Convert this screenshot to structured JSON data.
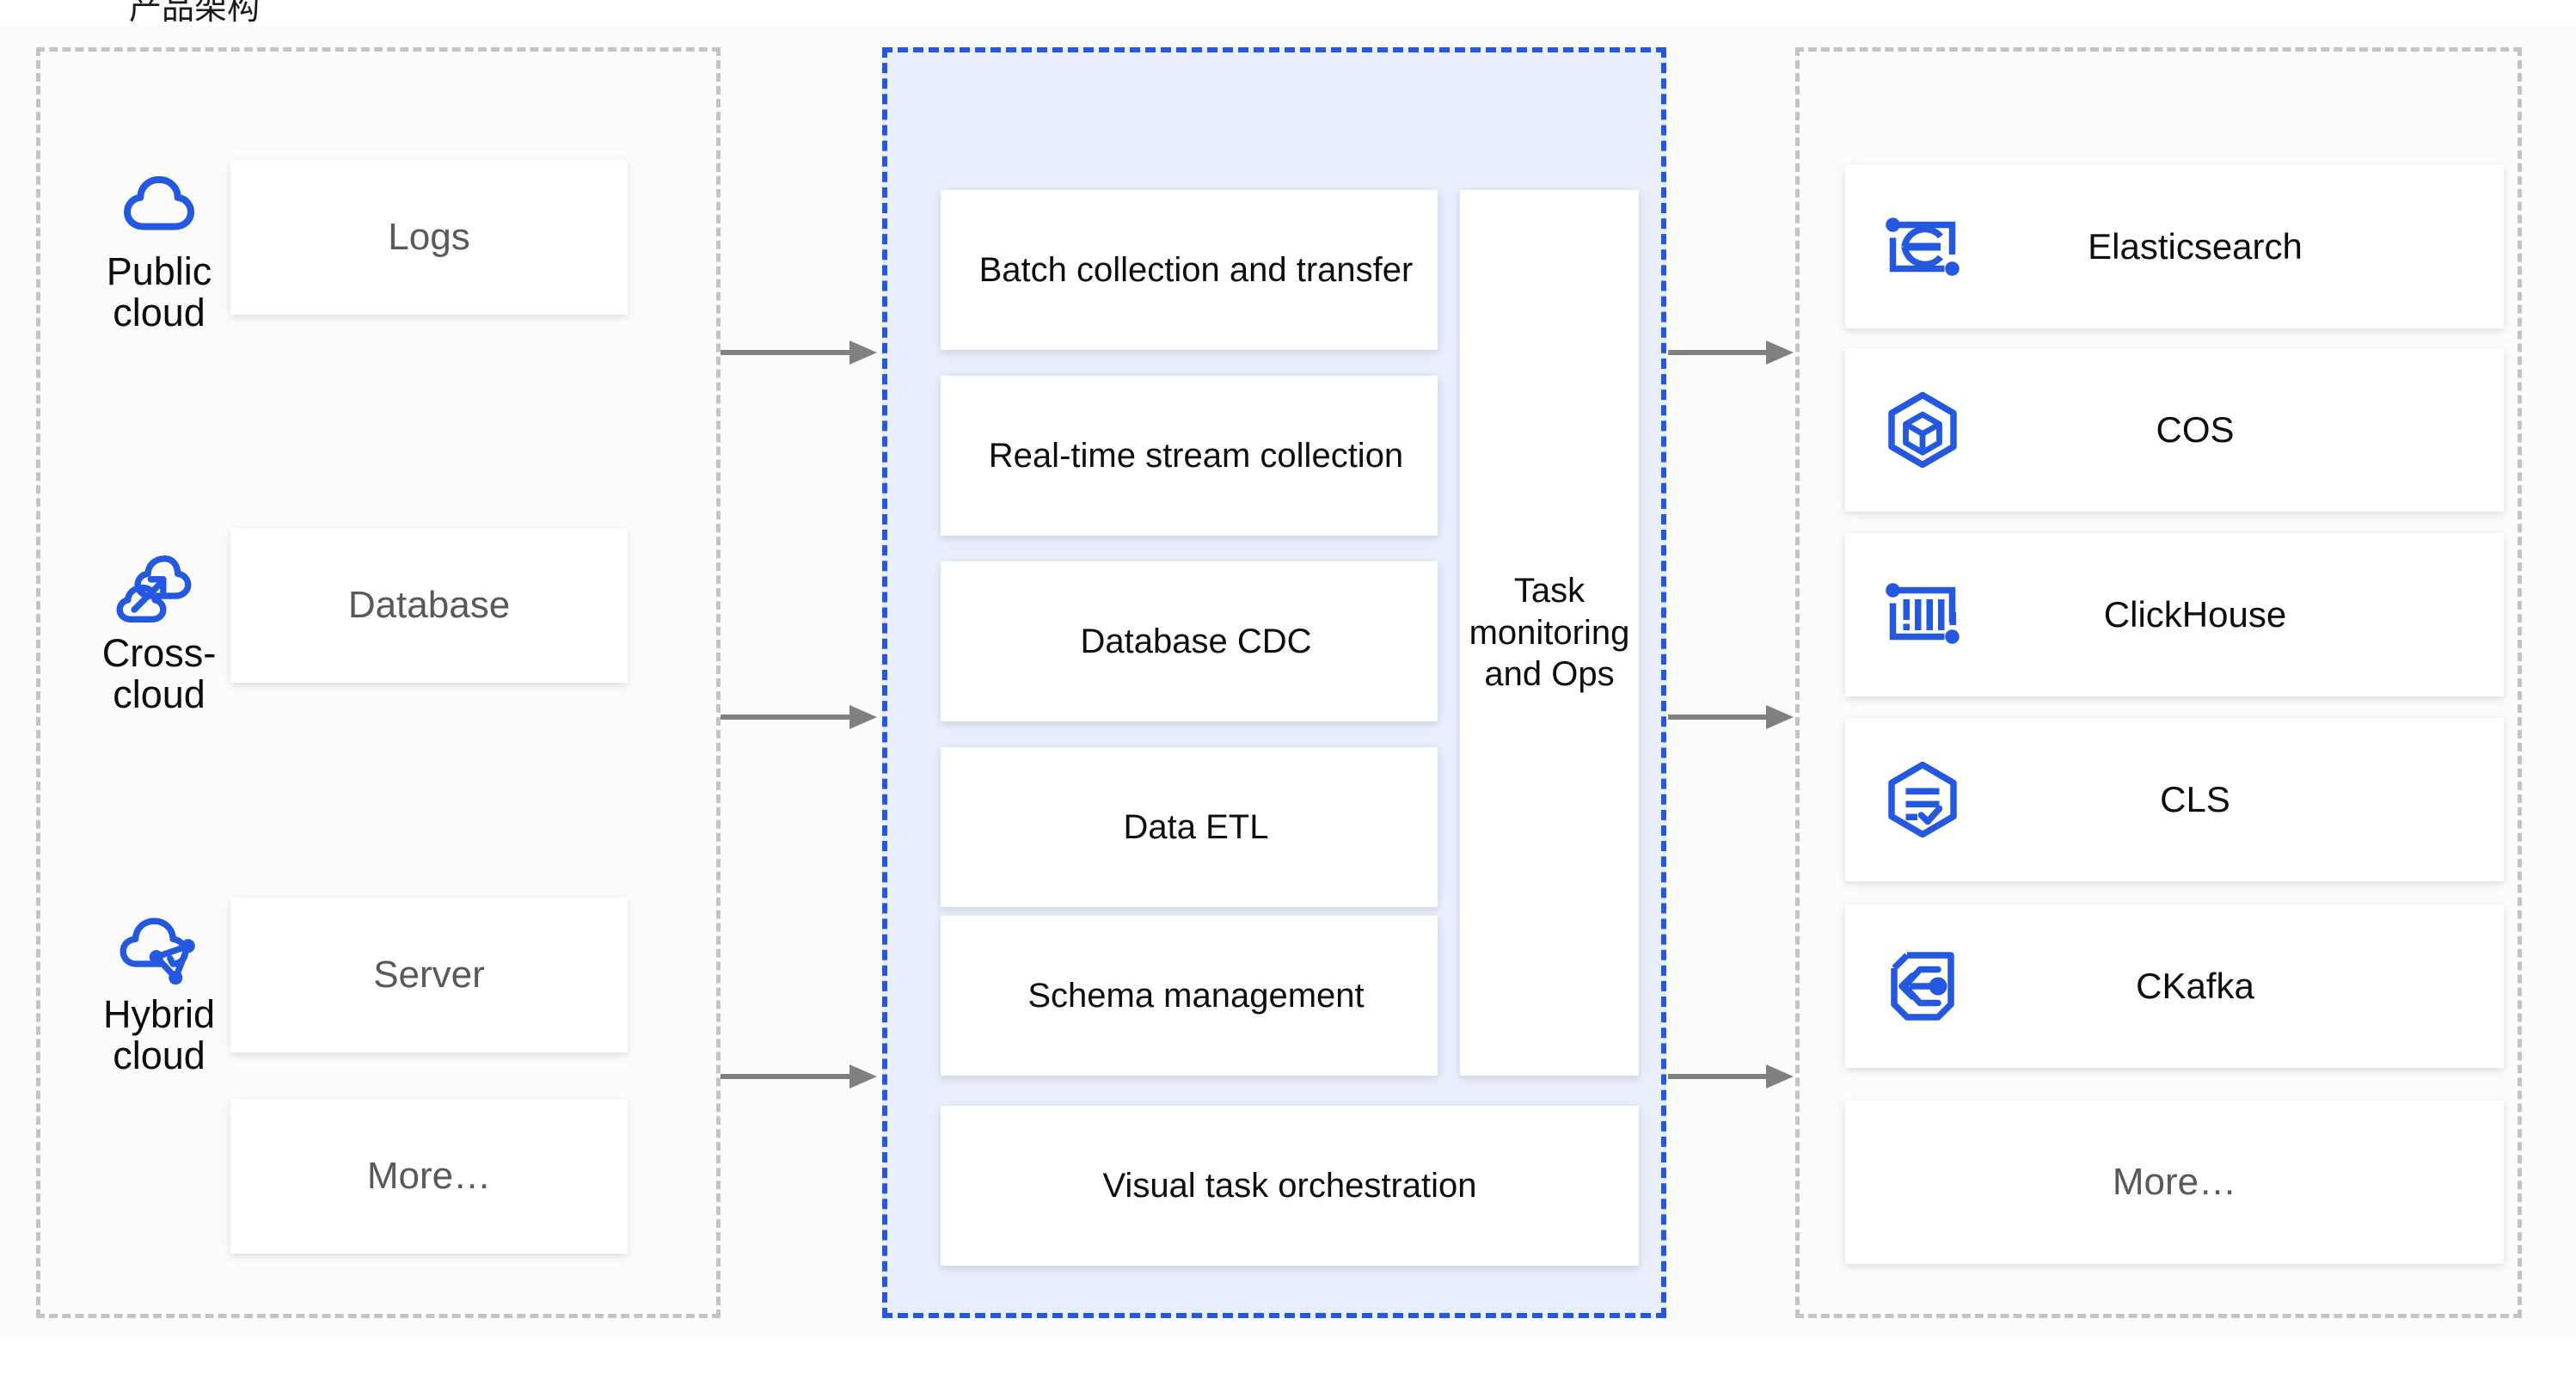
{
  "header": {
    "clipped_title": "产品架构"
  },
  "colors": {
    "brand_blue": "#2458e0",
    "panel_blue_fill": "#e8eefc",
    "dashed_grey": "#c4c4c4",
    "arrow_grey": "#808080",
    "text_dark": "#0d0d0d",
    "text_grey": "#595959",
    "card_white": "#ffffff"
  },
  "left_panel": {
    "name": "data-sources",
    "categories": [
      {
        "label": "Public cloud",
        "icon": "public-cloud-icon"
      },
      {
        "label": "Cross-cloud",
        "icon": "cross-cloud-icon"
      },
      {
        "label": "Hybrid cloud",
        "icon": "hybrid-cloud-icon"
      }
    ],
    "cards": [
      {
        "label": "Logs"
      },
      {
        "label": "Database"
      },
      {
        "label": "Server"
      },
      {
        "label": "More…"
      }
    ]
  },
  "middle_panel": {
    "name": "data-integration-platform",
    "cards": [
      {
        "label": "Batch collection and transfer"
      },
      {
        "label": "Real-time stream collection"
      },
      {
        "label": "Database CDC"
      },
      {
        "label": "Data ETL"
      },
      {
        "label": "Schema management"
      }
    ],
    "wide_card": {
      "label": "Visual task orchestration"
    },
    "side_card": {
      "label": "Task monitoring and Ops"
    }
  },
  "right_panel": {
    "name": "data-destinations",
    "cards": [
      {
        "label": "Elasticsearch",
        "icon": "elasticsearch-icon"
      },
      {
        "label": "COS",
        "icon": "cos-icon"
      },
      {
        "label": "ClickHouse",
        "icon": "clickhouse-icon"
      },
      {
        "label": "CLS",
        "icon": "cls-icon"
      },
      {
        "label": "CKafka",
        "icon": "ckafka-icon"
      },
      {
        "label": "More…",
        "icon": "none"
      }
    ]
  },
  "arrows": {
    "left_to_middle": [
      "arrow-1",
      "arrow-2",
      "arrow-3"
    ],
    "middle_to_right": [
      "arrow-4",
      "arrow-5",
      "arrow-6"
    ]
  }
}
